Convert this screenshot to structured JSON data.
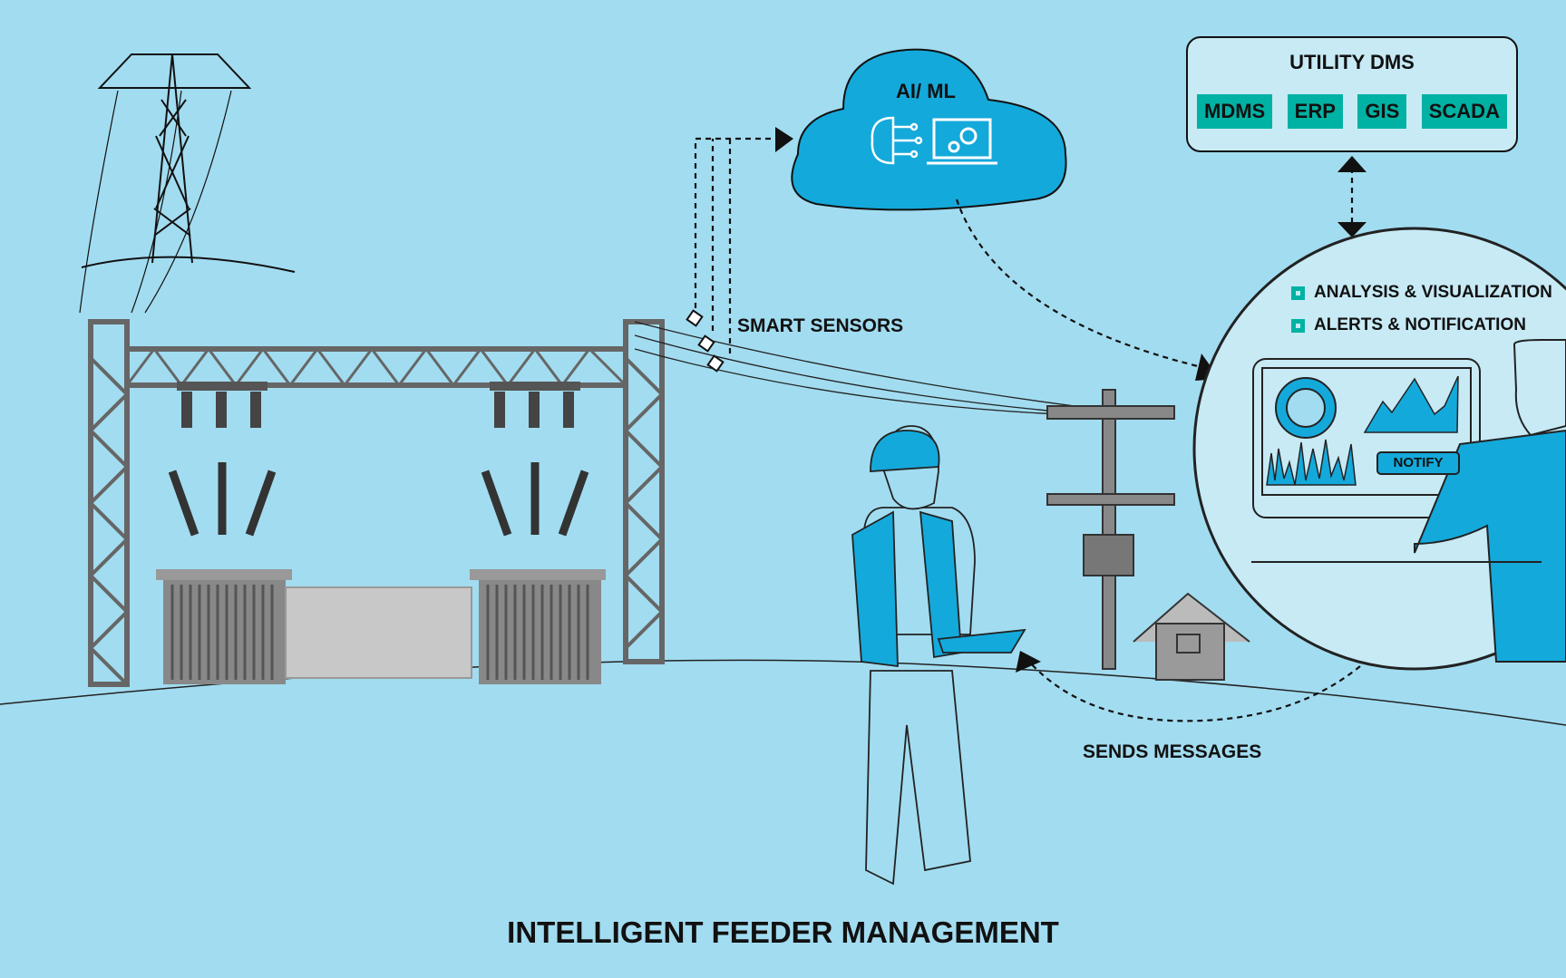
{
  "title": "INTELLIGENT FEEDER MANAGEMENT",
  "cloud": {
    "label": "AI/ ML",
    "icons": [
      "brain-circuit-icon",
      "laptop-gears-icon"
    ]
  },
  "utility_dms": {
    "title": "UTILITY DMS",
    "items": [
      "MDMS",
      "ERP",
      "GIS",
      "SCADA"
    ]
  },
  "features": [
    "ANALYSIS & VISUALIZATION",
    "ALERTS & NOTIFICATION"
  ],
  "dashboard": {
    "button": "NOTIFY"
  },
  "labels": {
    "smart_sensors": "SMART SENSORS",
    "sends_messages": "SENDS MESSAGES"
  },
  "colors": {
    "background": "#a2dcf0",
    "accent_blue": "#14a9db",
    "teal": "#00b2a3",
    "panel": "#c7eaf5"
  }
}
